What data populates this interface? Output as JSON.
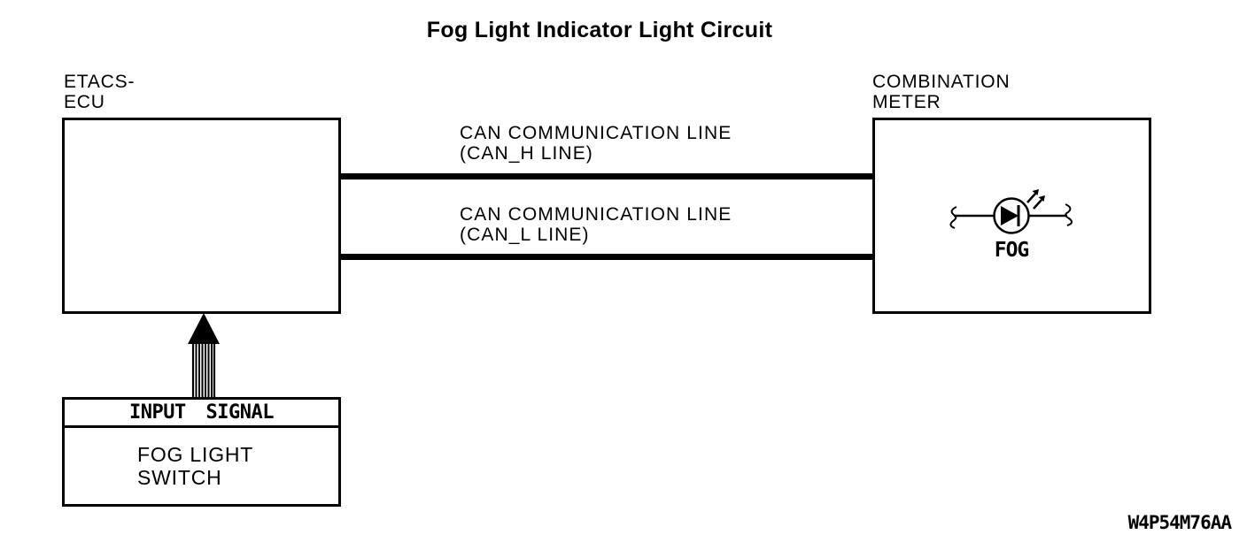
{
  "title": "Fog Light Indicator Light Circuit",
  "colors": {
    "ink": "#000000",
    "background": "#ffffff"
  },
  "etacs_ecu": {
    "label_line1": "ETACS-",
    "label_line2": "ECU"
  },
  "combination_meter": {
    "label_line1": "COMBINATION",
    "label_line2": "METER",
    "indicator_label": "FOG"
  },
  "can_h_wire": {
    "label_line1": "CAN COMMUNICATION LINE",
    "label_line2": "(CAN_H LINE)"
  },
  "can_l_wire": {
    "label_line1": "CAN COMMUNICATION LINE",
    "label_line2": "(CAN_L LINE)"
  },
  "fog_light_switch": {
    "header": "INPUT SIGNAL",
    "label_line1": "FOG LIGHT",
    "label_line2": "SWITCH"
  },
  "figure_code": "W4P54M76AA"
}
